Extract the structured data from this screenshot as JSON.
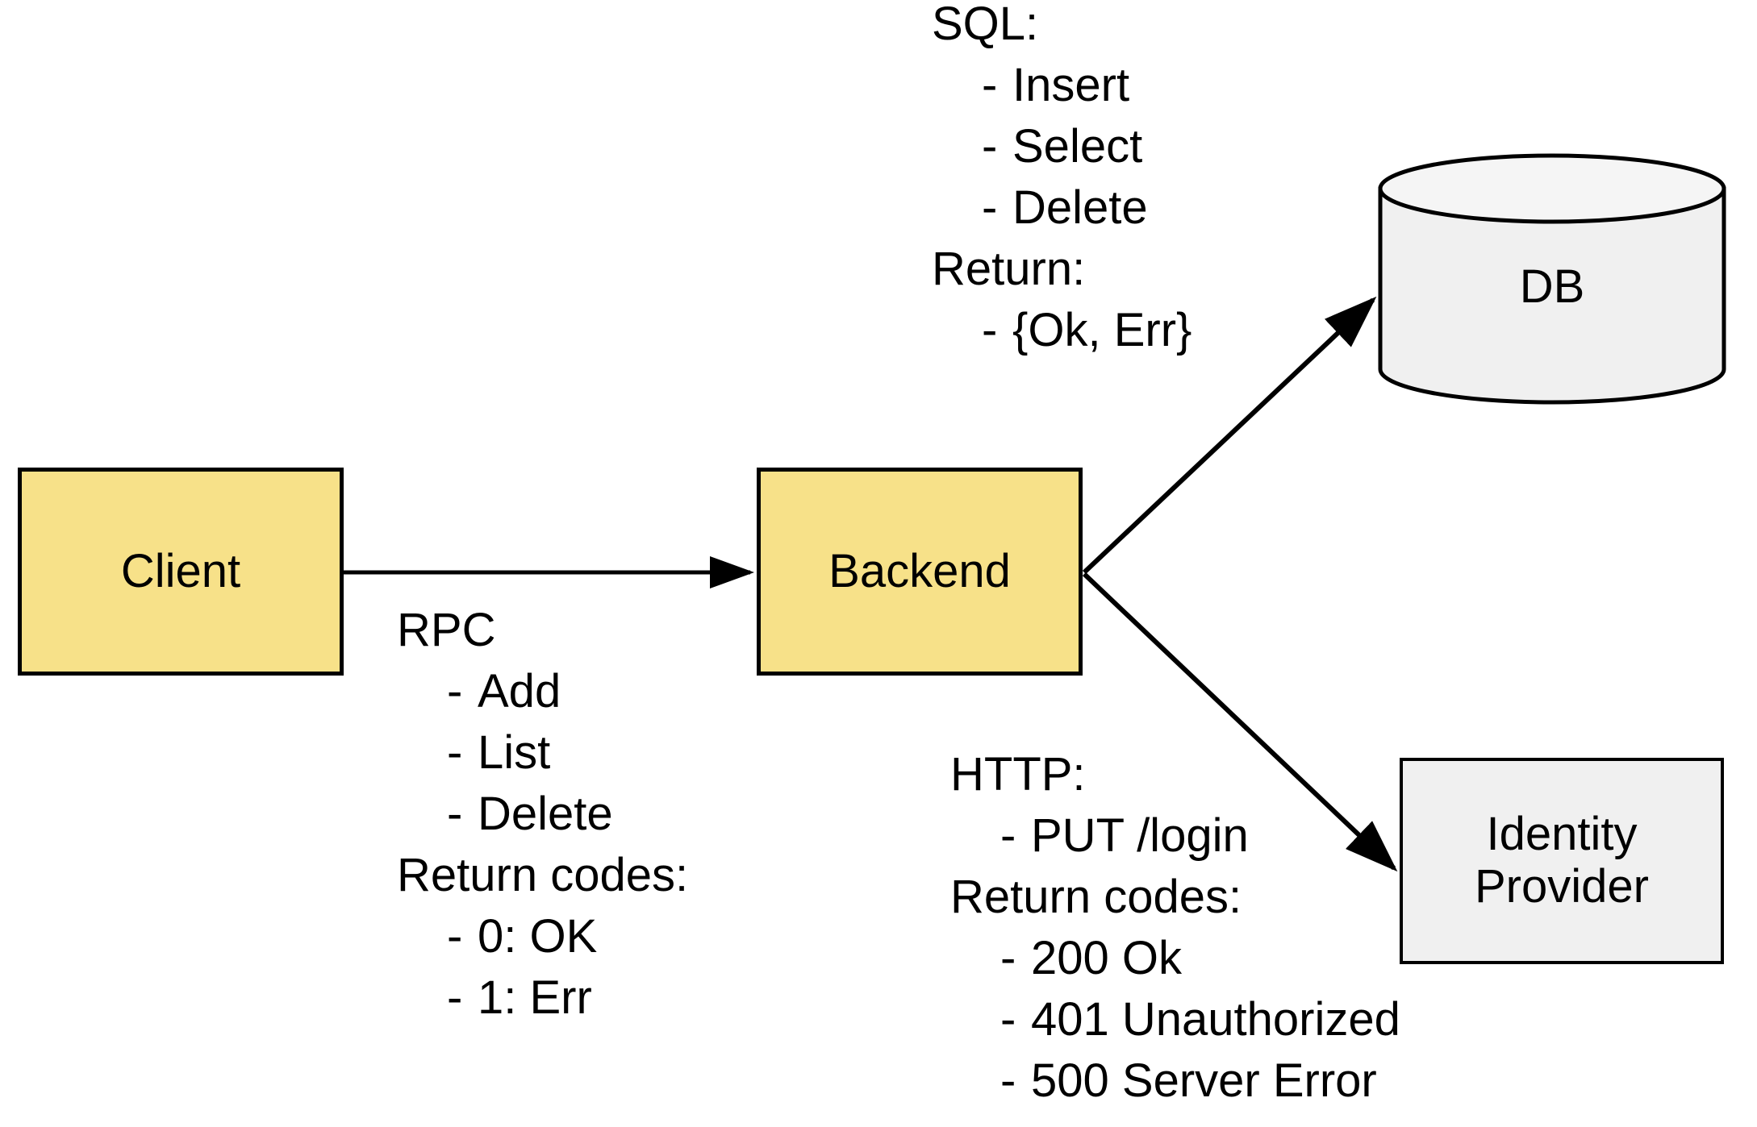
{
  "diagram": {
    "title": "Client / Backend / DB / Identity Provider architecture",
    "colors": {
      "node_fill_service": "#F7E189",
      "node_fill_external": "#F0F0F0",
      "stroke": "#000000",
      "background": "#FFFFFF"
    },
    "nodes": [
      {
        "id": "client",
        "label": "Client",
        "shape": "rectangle",
        "fill": "#F7E189"
      },
      {
        "id": "backend",
        "label": "Backend",
        "shape": "rectangle",
        "fill": "#F7E189"
      },
      {
        "id": "db",
        "label": "DB",
        "shape": "cylinder",
        "fill": "#F0F0F0"
      },
      {
        "id": "idp",
        "label": "Identity\nProvider",
        "shape": "rectangle",
        "fill": "#F0F0F0"
      }
    ],
    "edges": [
      {
        "id": "client-to-backend",
        "from": "client",
        "to": "backend",
        "style": "solid-arrow",
        "annotation": "rpc"
      },
      {
        "id": "backend-to-db",
        "from": "backend",
        "to": "db",
        "style": "solid-arrow",
        "annotation": "sql"
      },
      {
        "id": "backend-to-idp",
        "from": "backend",
        "to": "idp",
        "style": "solid-arrow",
        "annotation": "http"
      }
    ],
    "annotations": {
      "sql": {
        "heading": "SQL:",
        "items": [
          "Insert",
          "Select",
          "Delete"
        ],
        "return_heading": "Return:",
        "return_items": [
          "{Ok, Err}"
        ],
        "dash": "-"
      },
      "rpc": {
        "heading": "RPC",
        "items": [
          "Add",
          "List",
          "Delete"
        ],
        "return_heading": "Return codes:",
        "return_items": [
          "0: OK",
          "1: Err"
        ],
        "dash": "-"
      },
      "http": {
        "heading": "HTTP:",
        "items": [
          "PUT /login"
        ],
        "return_heading": "Return codes:",
        "return_items": [
          "200 Ok",
          "401 Unauthorized",
          "500 Server Error"
        ],
        "dash": "-"
      }
    }
  }
}
